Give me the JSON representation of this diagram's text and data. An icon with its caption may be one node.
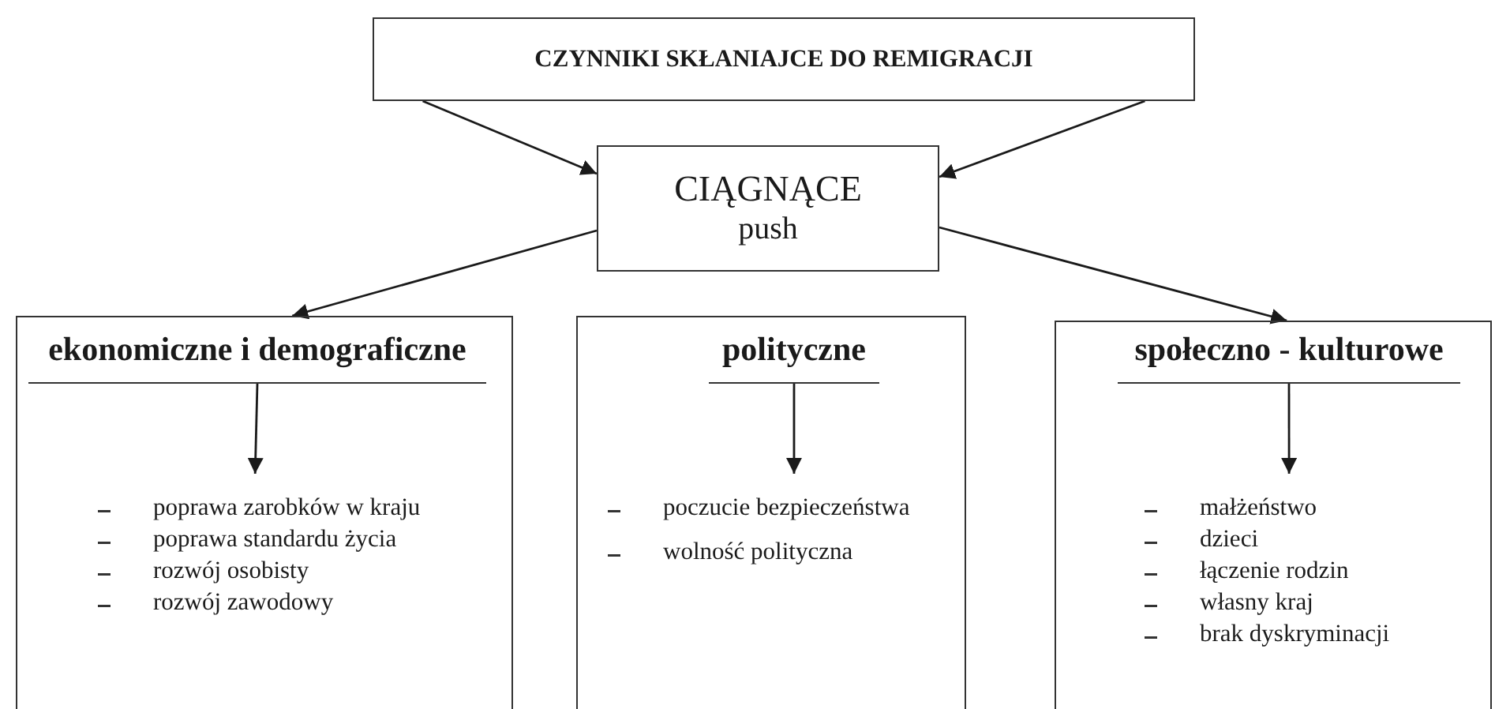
{
  "diagram": {
    "nodes": [
      {
        "text": [
          "CZYNNIKI SKŁANIAJCE DO REMIGRACJI"
        ]
      },
      {
        "text": [
          "CIĄGNĄCE",
          "push"
        ]
      },
      {
        "text": [],
        "shape": "box"
      },
      {
        "text": [
          "ekonomiczne i demograficzne"
        ],
        "in": 2
      },
      {
        "text": [
          "poprawa zarobków w kraju",
          "poprawa standardu życia",
          "rozwój osobisty",
          "rozwój zawodowy"
        ],
        "in": 2
      },
      {
        "text": [],
        "shape": "box"
      },
      {
        "text": [
          "polityczne"
        ],
        "in": 5
      },
      {
        "text": [
          "poczucie bezpieczeństwa",
          "wolność polityczna"
        ],
        "in": 5
      },
      {
        "text": [],
        "shape": "box"
      },
      {
        "text": [
          "społeczno - kulturowe"
        ],
        "in": 8
      },
      {
        "text": [
          "małżeństwo",
          "dzieci",
          "łączenie rodzin",
          "własny kraj",
          "brak dyskryminacji"
        ],
        "in": 8
      }
    ],
    "edges": [
      {
        "from": 0,
        "to": 1,
        "arrow": "to"
      },
      {
        "from": 0,
        "to": 1,
        "arrow": "to"
      },
      {
        "from": 1,
        "to": 2,
        "arrow": "to"
      },
      {
        "from": 1,
        "to": 8,
        "arrow": "to"
      },
      {
        "from": 3,
        "to": 4,
        "arrow": "to"
      },
      {
        "from": 6,
        "to": 7,
        "arrow": "to"
      },
      {
        "from": 9,
        "to": 10,
        "arrow": "to"
      }
    ]
  }
}
